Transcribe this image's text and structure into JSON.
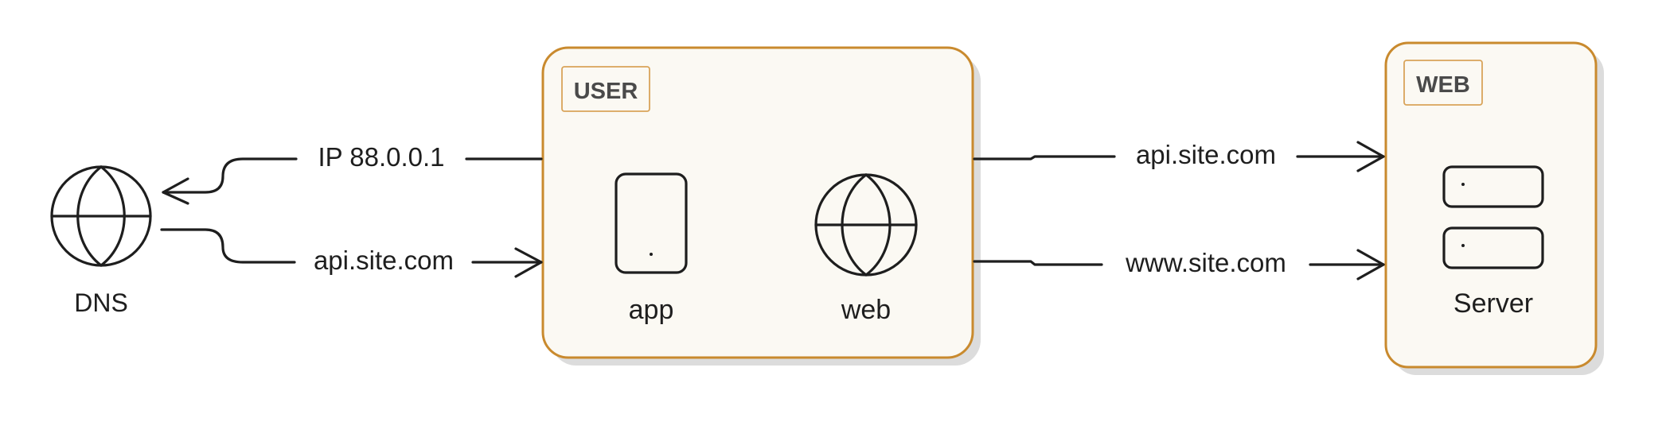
{
  "colors": {
    "panel_fill": "#fbf9f3",
    "panel_border": "#c98a2e",
    "shadow": "#dcdcdc",
    "ink": "#1e1e1e"
  },
  "dns": {
    "icon": "globe-icon",
    "label": "DNS"
  },
  "user_panel": {
    "tag": "USER",
    "app": {
      "icon": "phone-icon",
      "label": "app"
    },
    "web": {
      "icon": "globe-icon",
      "label": "web"
    }
  },
  "web_panel": {
    "tag": "WEB",
    "server": {
      "icon": "server-rack-icon",
      "label": "Server"
    }
  },
  "edges": {
    "dns_to_user": "IP 88.0.0.1",
    "user_to_dns": "api.site.com",
    "app_to_server": "api.site.com",
    "web_to_server": "www.site.com"
  }
}
